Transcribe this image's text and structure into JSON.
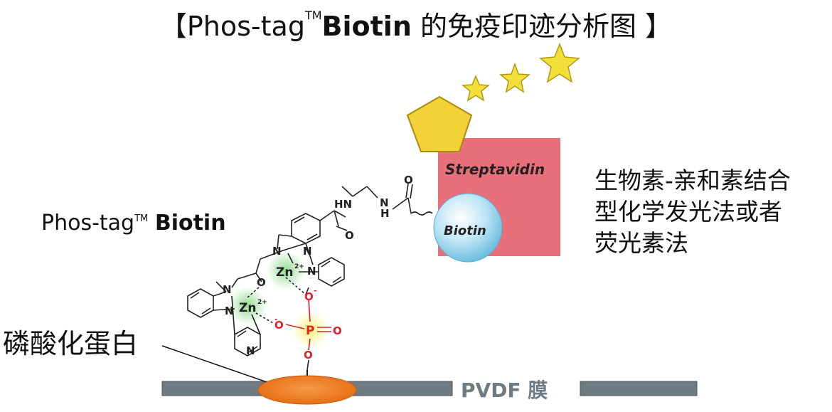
{
  "title": {
    "open_bracket": "【",
    "prefix": "Phos-tag",
    "tm": "TM",
    "bold_word": "Biotin",
    "suffix": "的免疫印迹分析图",
    "close_bracket": "】"
  },
  "reagent_label": {
    "prefix": "Phos-tag",
    "tm": "TM",
    "bold_word": "Biotin"
  },
  "method_text": [
    "生物素-亲和素结合",
    "型化学发光法或者",
    "荧光素法"
  ],
  "protein_label": "磷酸化蛋白",
  "membrane_label": "PVDF 膜",
  "streptavidin_label": "Streptavidin",
  "biotin_label": "Biotin",
  "molecule": {
    "zn1": "Zn",
    "zn2": "Zn",
    "zn_charge": "2+",
    "phosphorus": "P",
    "oxygen": "O",
    "o_minus": "O",
    "minus": "-",
    "nitrogen": "N",
    "hn": "HN",
    "h": "H"
  },
  "colors": {
    "streptavidin": "#e8707a",
    "biotin": "#9fd6ee",
    "protein": "#f07a1a",
    "membrane": "#6f7b82",
    "stars": "#f2df3a",
    "pentagon": "#f2d236",
    "zn_glow": "#8ed98e",
    "p_glow": "#f5f07a",
    "phosphate_red": "#e0212a"
  }
}
